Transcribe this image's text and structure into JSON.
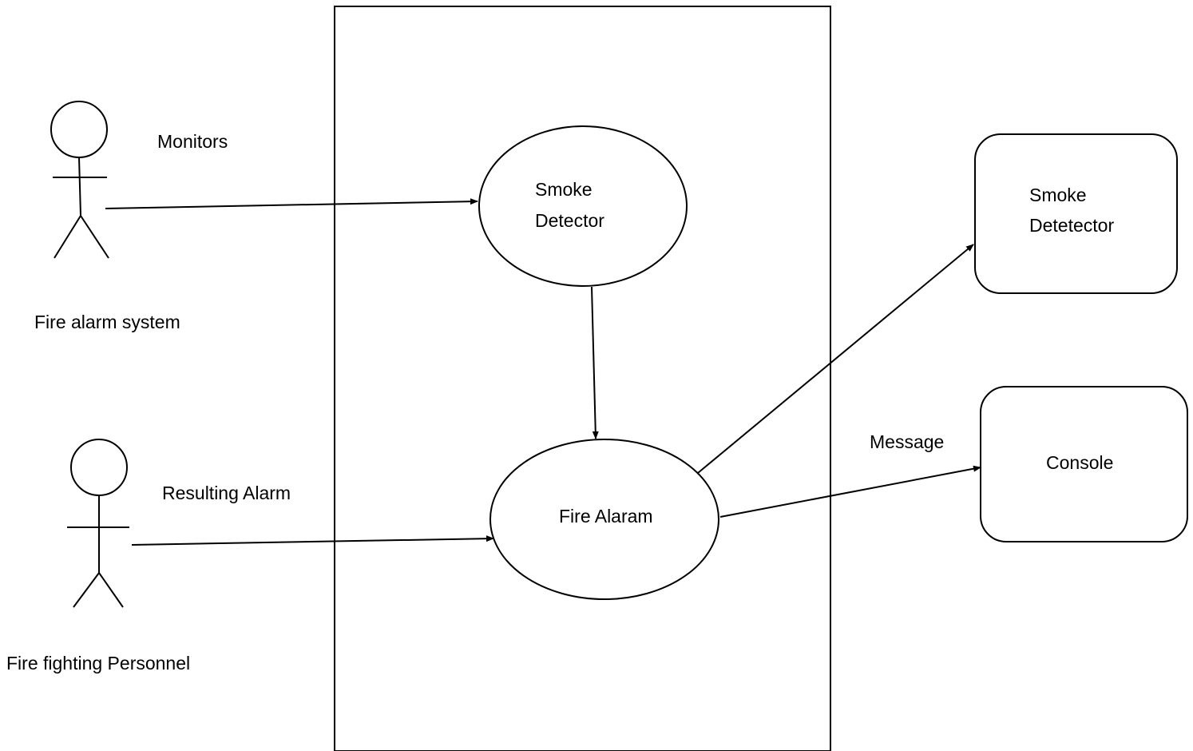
{
  "actors": {
    "fire_alarm_system": {
      "label": "Fire alarm system"
    },
    "fire_fighting_personnel": {
      "label": "Fire fighting Personnel"
    }
  },
  "use_cases": {
    "smoke_detector": {
      "line1": "Smoke",
      "line2": "Detector"
    },
    "fire_alarm": {
      "label": "Fire Alaram"
    }
  },
  "external_systems": {
    "smoke_detector_box": {
      "line1": "Smoke",
      "line2": "Detetector"
    },
    "console_box": {
      "label": "Console"
    }
  },
  "connectors": {
    "monitors": "Monitors",
    "resulting_alarm": "Resulting Alarm",
    "message": "Message"
  },
  "colors": {
    "stroke": "#000000",
    "background": "#ffffff"
  }
}
